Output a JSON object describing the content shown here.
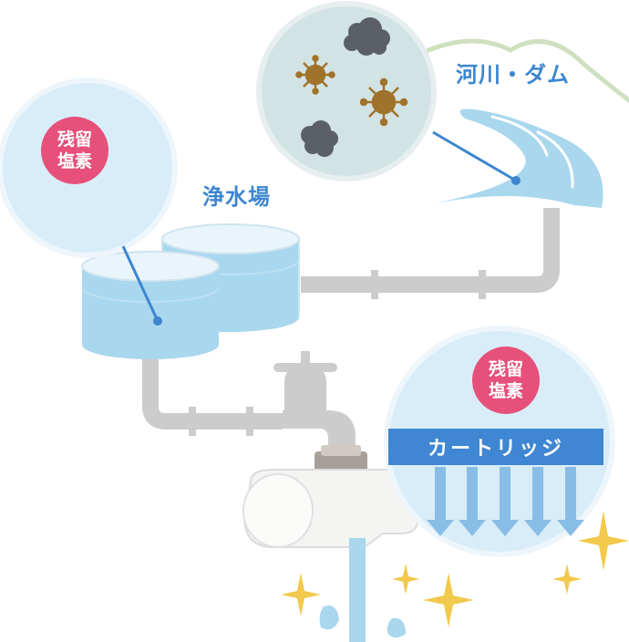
{
  "labels": {
    "river": "河川・ダム",
    "plant": "浄水場",
    "cartridge": "カートリッジ"
  },
  "badges": {
    "plant": {
      "line1": "残留",
      "line2": "塩素"
    },
    "filter": {
      "line1": "残留",
      "line2": "塩素"
    }
  },
  "colors": {
    "pipe": "#cccccc",
    "water": "#a9d7ee",
    "water_line": "#3d86d0",
    "zoom_fill": "#d9edf8",
    "badge": "#e6507a",
    "germ": "#a0722a",
    "cloud": "#5a6066",
    "sparkle": "#f2c94c"
  },
  "icons": [
    "germ-icon",
    "dirt-cloud-icon",
    "sparkle-icon",
    "water-drop-icon",
    "faucet-icon",
    "water-filter-icon",
    "down-arrow-icon"
  ]
}
